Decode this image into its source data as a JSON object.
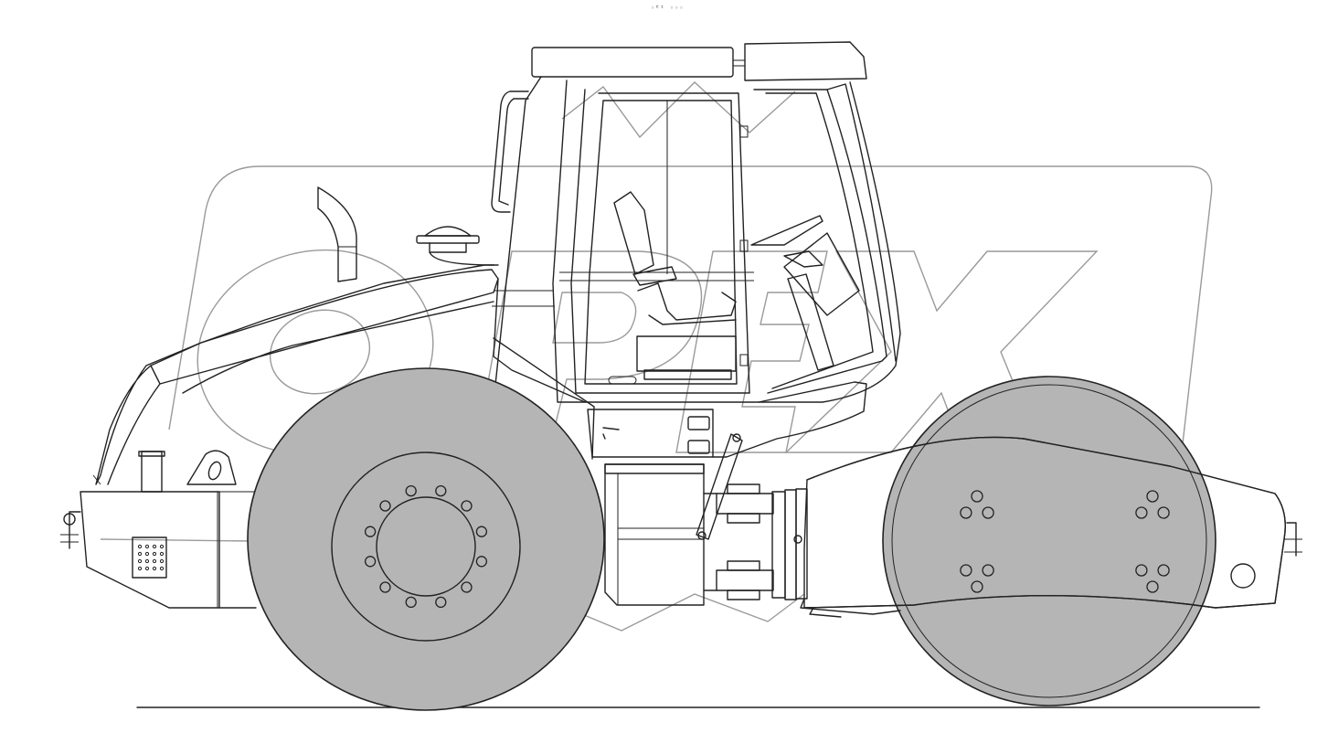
{
  "header": {
    "label": "◦ᴱᴵ ◦◦◦"
  },
  "colors": {
    "line": "#222222",
    "tire_fill": "#b5b5b5",
    "drum_fill": "#b5b5b5",
    "watermark": "#9a9a9a",
    "background": "#ffffff"
  },
  "watermark": {
    "text": "OPEX"
  },
  "drawing": {
    "subject": "single-drum-road-roller-side-view",
    "rear_wheel_bolts": 12,
    "drum_bolt_groups": 4,
    "bolts_per_drum_group": 3
  }
}
